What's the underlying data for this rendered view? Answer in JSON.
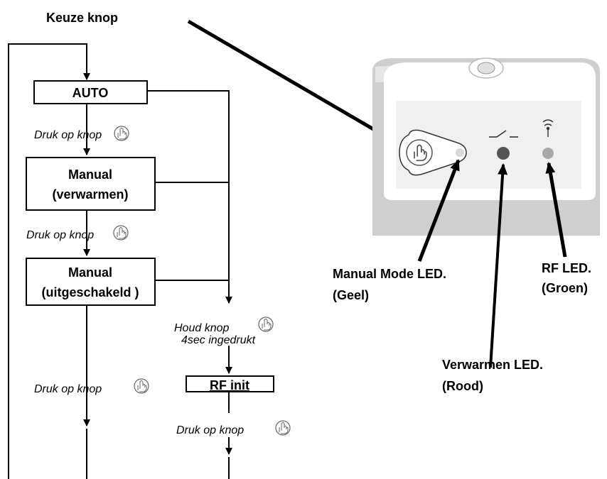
{
  "title_label": "Keuze knop",
  "flow": {
    "auto": "AUTO",
    "manual_heat_l1": "Manual",
    "manual_heat_l2": "(verwarmen)",
    "manual_off_l1": "Manual",
    "manual_off_l2": "(uitgeschakeld )",
    "rf_init": "RF init",
    "press_1": "Druk op knop",
    "press_2": "Druk op knop",
    "press_3": "Druk op knop",
    "press_4": "Druk op knop",
    "hold_l1": "Houd knop",
    "hold_l2": "4sec ingedrukt"
  },
  "device": {
    "manual_led_l1": "Manual Mode LED.",
    "manual_led_l2": "(Geel)",
    "rf_led_l1": "RF LED.",
    "rf_led_l2": "(Groen)",
    "heat_led_l1": "Verwarmen LED.",
    "heat_led_l2": "(Rood)"
  },
  "icons": {
    "hand": "hand-press-icon",
    "switch": "switch-icon",
    "antenna": "antenna-icon"
  },
  "colors": {
    "manual_led": "#d9d9d9",
    "heat_led": "#555555",
    "rf_led": "#a8a8a8",
    "device_body": "#cfcfcf",
    "device_face": "#ffffff",
    "panel": "#f0f0f0"
  }
}
